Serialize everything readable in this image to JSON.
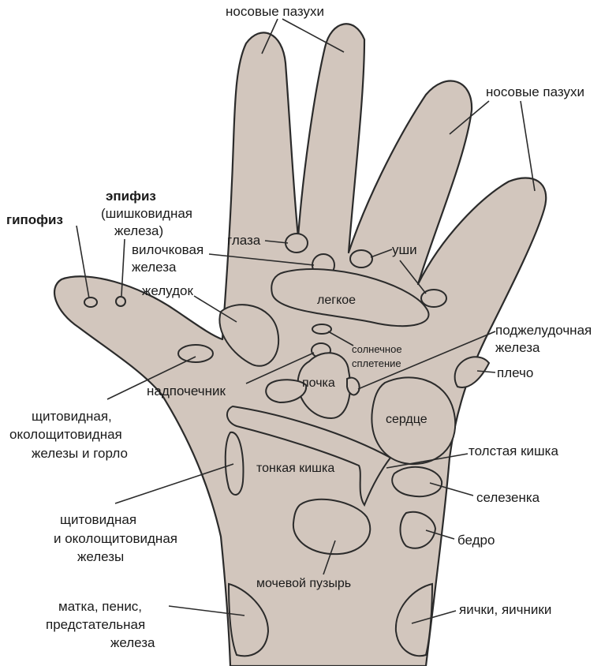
{
  "labels": {
    "sinuses_top": "носовые пазухи",
    "sinuses_right": "носовые пазухи",
    "epiphysis_1": "эпифиз",
    "epiphysis_2": "(шишковидная",
    "epiphysis_3": "железа)",
    "pituitary": "гипофиз",
    "eyes": "глаза",
    "ears": "уши",
    "thymus_1": "вилочковая",
    "thymus_2": "железа",
    "stomach": "желудок",
    "lung": "легкое",
    "pancreas_1": "поджелудочная",
    "pancreas_2": "железа",
    "solar_1": "солнечное",
    "solar_2": "сплетение",
    "shoulder": "плечо",
    "adrenal": "надпочечник",
    "kidney": "почка",
    "heart": "сердце",
    "thyroid_1a": "щитовидная,",
    "thyroid_1b": "околощитовидная",
    "thyroid_1c": "железы и горло",
    "large_intestine": "толстая кишка",
    "small_intestine": "тонкая кишка",
    "spleen": "селезенка",
    "thyroid_2a": "щитовидная",
    "thyroid_2b": "и околощитовидная",
    "thyroid_2c": "железы",
    "hip": "бедро",
    "bladder": "мочевой пузырь",
    "uterus_1": "матка, пенис,",
    "uterus_2": "предстательная",
    "uterus_3": "железа",
    "testes": "яички, яичники"
  },
  "colors": {
    "skin": "#d2c6bd",
    "outline": "#2b2b2b"
  }
}
